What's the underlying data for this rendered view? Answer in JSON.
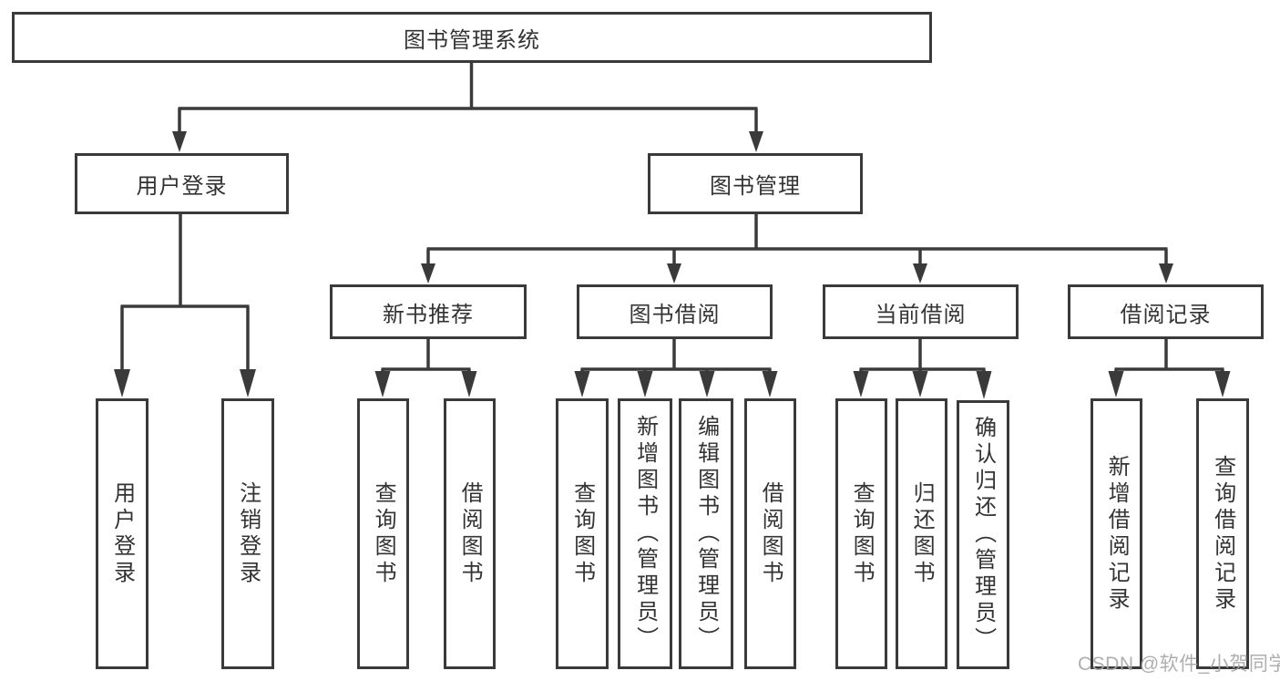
{
  "tree": {
    "label": "图书管理系统",
    "children": [
      {
        "label": "用户登录",
        "children": [
          {
            "label": "用户登录"
          },
          {
            "label": "注销登录"
          }
        ]
      },
      {
        "label": "图书管理",
        "children": [
          {
            "label": "新书推荐",
            "children": [
              {
                "label": "查询图书"
              },
              {
                "label": "借阅图书"
              }
            ]
          },
          {
            "label": "图书借阅",
            "children": [
              {
                "label": "查询图书"
              },
              {
                "label": "新增图书（管理员）"
              },
              {
                "label": "编辑图书（管理员）"
              },
              {
                "label": "借阅图书"
              }
            ]
          },
          {
            "label": "当前借阅",
            "children": [
              {
                "label": "查询图书"
              },
              {
                "label": "归还图书"
              },
              {
                "label": "确认归还（管理员）"
              }
            ]
          },
          {
            "label": "借阅记录",
            "children": [
              {
                "label": "新增借阅记录"
              },
              {
                "label": "查询借阅记录"
              }
            ]
          }
        ]
      }
    ]
  },
  "watermark": "CSDN @软件_小贺同学",
  "colors": {
    "line": "#3a3a3a",
    "text": "#333333",
    "watermark": "#a8a8a8",
    "background": "#ffffff"
  }
}
